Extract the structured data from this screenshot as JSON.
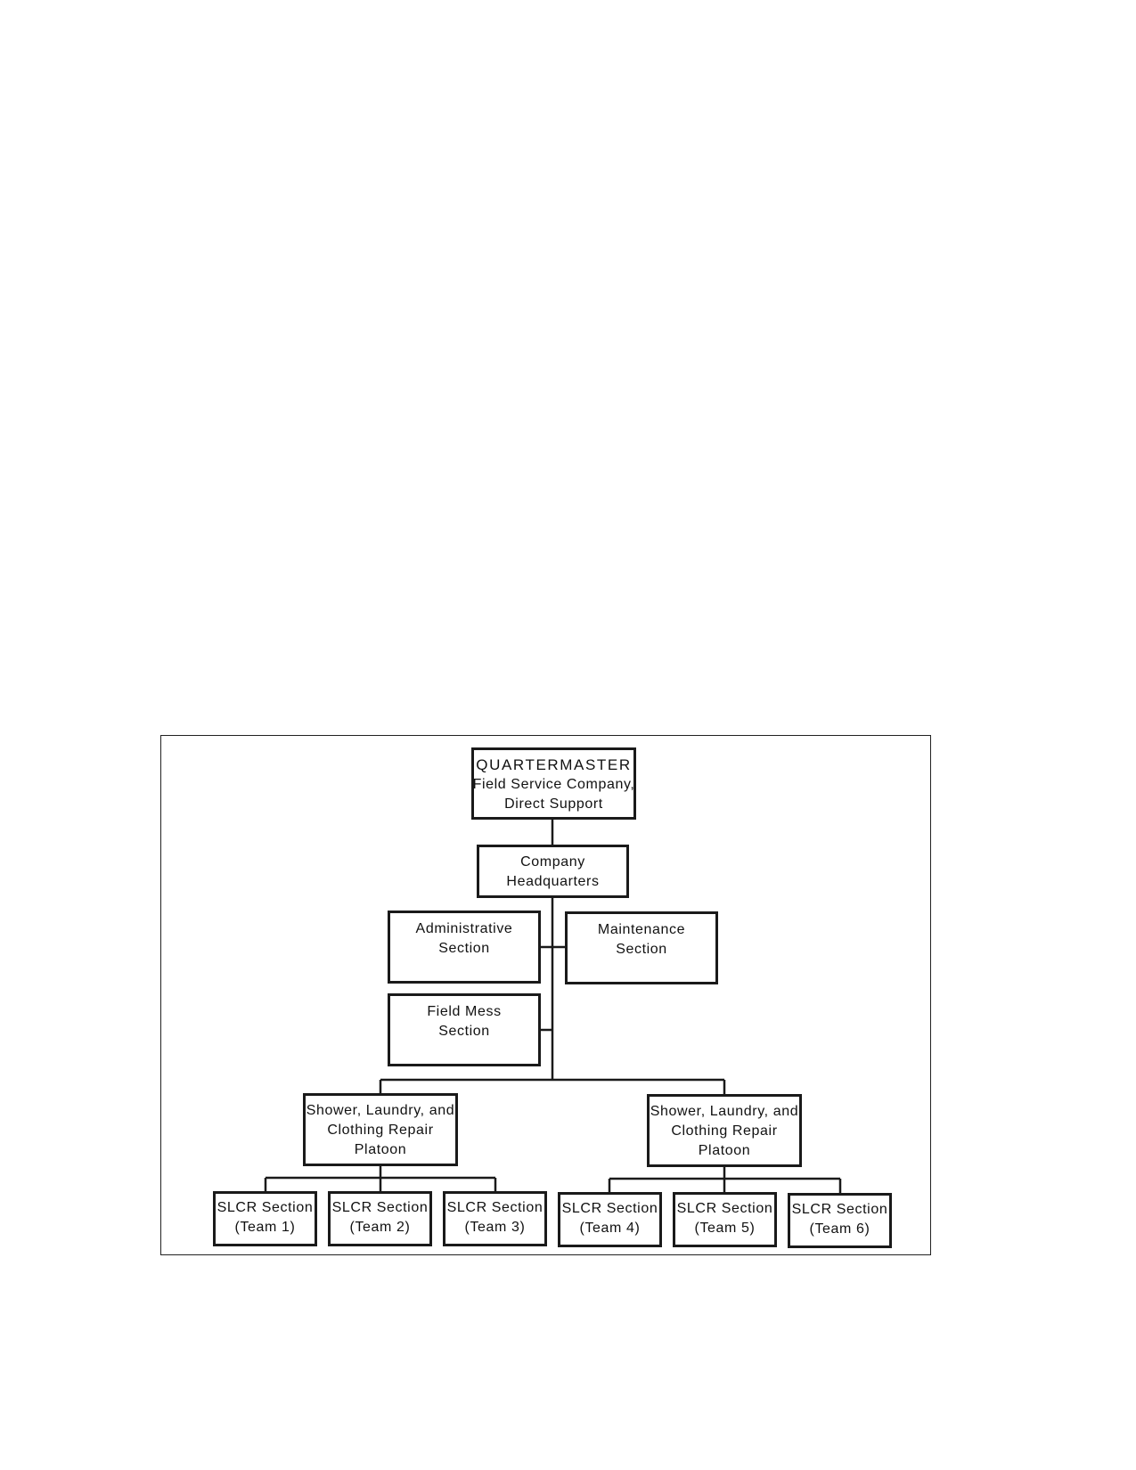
{
  "org_chart": {
    "root": {
      "lines": [
        "QUARTERMASTER",
        "Field Service Company,",
        "Direct Support"
      ]
    },
    "headquarters": {
      "lines": [
        "Company",
        "Headquarters"
      ]
    },
    "sections": {
      "administrative": {
        "lines": [
          "Administrative",
          "Section"
        ]
      },
      "maintenance": {
        "lines": [
          "Maintenance",
          "Section"
        ]
      },
      "field_mess": {
        "lines": [
          "Field Mess",
          "Section"
        ]
      }
    },
    "platoons": [
      {
        "lines": [
          "Shower, Laundry, and",
          "Clothing Repair",
          "Platoon"
        ],
        "teams": [
          {
            "lines": [
              "SLCR Section",
              "(Team 1)"
            ]
          },
          {
            "lines": [
              "SLCR Section",
              "(Team 2)"
            ]
          },
          {
            "lines": [
              "SLCR Section",
              "(Team 3)"
            ]
          }
        ]
      },
      {
        "lines": [
          "Shower, Laundry, and",
          "Clothing Repair",
          "Platoon"
        ],
        "teams": [
          {
            "lines": [
              "SLCR Section",
              "(Team 4)"
            ]
          },
          {
            "lines": [
              "SLCR Section",
              "(Team 5)"
            ]
          },
          {
            "lines": [
              "SLCR Section",
              "(Team 6)"
            ]
          }
        ]
      }
    ]
  }
}
